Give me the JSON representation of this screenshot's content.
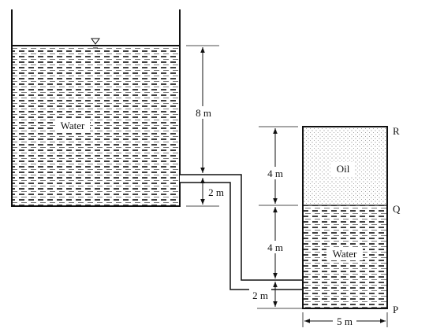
{
  "diagram": {
    "labels": {
      "water_left": "Water",
      "oil": "Oil",
      "water_right": "Water",
      "point_r": "R",
      "point_q": "Q",
      "point_p": "P"
    },
    "dimensions": {
      "d8m": "8 m",
      "d2m_left": "2 m",
      "d4m_upper": "4 m",
      "d4m_lower": "4 m",
      "d2m_bottom": "2 m",
      "d5m": "5 m"
    },
    "icons": {
      "free_surface": "free-surface-triangle-icon"
    }
  }
}
